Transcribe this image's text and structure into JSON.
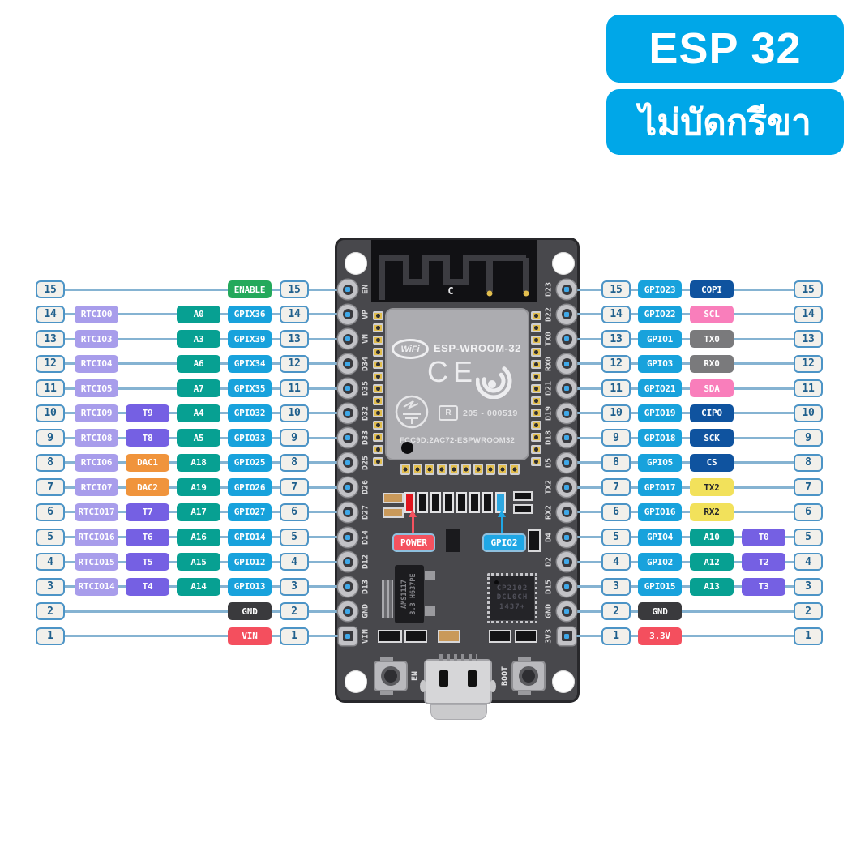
{
  "header": {
    "title": "ESP 32",
    "subtitle": "ไม่บัดกรีขา"
  },
  "colors": {
    "header_badge": "#00A7E8",
    "line": "#85B3D2",
    "num_bg": "#F2F0EB",
    "num_border": "#4C94C6",
    "num_text": "#1F5F8C",
    "rtc": "#A89DEB",
    "touch": "#7560E3",
    "dac": "#F0943C",
    "adc": "#07A092",
    "gpio": "#18A2DC",
    "enable": "#24A95B",
    "spi": "#0F539F",
    "i2c": "#F97EBB",
    "uart0": "#7A7A7C",
    "uart2": "#F2E15B",
    "uart2_text": "#26262A",
    "gnd": "#3A3A3D",
    "pwr": "#F44F5E",
    "power_led": "#F4525F",
    "gpio2_led": "#1FA7E5"
  },
  "left_rows": [
    {
      "pin": "15",
      "cells": [
        {
          "t": "enable",
          "label": "ENABLE",
          "col": 3
        }
      ]
    },
    {
      "pin": "14",
      "cells": [
        {
          "t": "rtc",
          "label": "RTCIO0",
          "col": 0
        },
        {
          "t": "adc",
          "label": "A0",
          "col": 2
        },
        {
          "t": "gpio",
          "label": "GPIX36",
          "col": 3
        }
      ]
    },
    {
      "pin": "13",
      "cells": [
        {
          "t": "rtc",
          "label": "RTCIO3",
          "col": 0
        },
        {
          "t": "adc",
          "label": "A3",
          "col": 2
        },
        {
          "t": "gpio",
          "label": "GPIX39",
          "col": 3
        }
      ]
    },
    {
      "pin": "12",
      "cells": [
        {
          "t": "rtc",
          "label": "RTCIO4",
          "col": 0
        },
        {
          "t": "adc",
          "label": "A6",
          "col": 2
        },
        {
          "t": "gpio",
          "label": "GPIX34",
          "col": 3
        }
      ]
    },
    {
      "pin": "11",
      "cells": [
        {
          "t": "rtc",
          "label": "RTCIO5",
          "col": 0
        },
        {
          "t": "adc",
          "label": "A7",
          "col": 2
        },
        {
          "t": "gpio",
          "label": "GPIX35",
          "col": 3
        }
      ]
    },
    {
      "pin": "10",
      "cells": [
        {
          "t": "rtc",
          "label": "RTCIO9",
          "col": 0
        },
        {
          "t": "touch",
          "label": "T9",
          "col": 1
        },
        {
          "t": "adc",
          "label": "A4",
          "col": 2
        },
        {
          "t": "gpio",
          "label": "GPIO32",
          "col": 3
        }
      ]
    },
    {
      "pin": "9",
      "cells": [
        {
          "t": "rtc",
          "label": "RTCIO8",
          "col": 0
        },
        {
          "t": "touch",
          "label": "T8",
          "col": 1
        },
        {
          "t": "adc",
          "label": "A5",
          "col": 2
        },
        {
          "t": "gpio",
          "label": "GPIO33",
          "col": 3
        }
      ]
    },
    {
      "pin": "8",
      "cells": [
        {
          "t": "rtc",
          "label": "RTCIO6",
          "col": 0
        },
        {
          "t": "dac",
          "label": "DAC1",
          "col": 1
        },
        {
          "t": "adc",
          "label": "A18",
          "col": 2
        },
        {
          "t": "gpio",
          "label": "GPIO25",
          "col": 3
        }
      ]
    },
    {
      "pin": "7",
      "cells": [
        {
          "t": "rtc",
          "label": "RTCIO7",
          "col": 0
        },
        {
          "t": "dac",
          "label": "DAC2",
          "col": 1
        },
        {
          "t": "adc",
          "label": "A19",
          "col": 2
        },
        {
          "t": "gpio",
          "label": "GPIO26",
          "col": 3
        }
      ]
    },
    {
      "pin": "6",
      "cells": [
        {
          "t": "rtc",
          "label": "RTCIO17",
          "col": 0
        },
        {
          "t": "touch",
          "label": "T7",
          "col": 1
        },
        {
          "t": "adc",
          "label": "A17",
          "col": 2
        },
        {
          "t": "gpio",
          "label": "GPIO27",
          "col": 3
        }
      ]
    },
    {
      "pin": "5",
      "cells": [
        {
          "t": "rtc",
          "label": "RTCIO16",
          "col": 0
        },
        {
          "t": "touch",
          "label": "T6",
          "col": 1
        },
        {
          "t": "adc",
          "label": "A16",
          "col": 2
        },
        {
          "t": "gpio",
          "label": "GPIO14",
          "col": 3
        }
      ]
    },
    {
      "pin": "4",
      "cells": [
        {
          "t": "rtc",
          "label": "RTCIO15",
          "col": 0
        },
        {
          "t": "touch",
          "label": "T5",
          "col": 1
        },
        {
          "t": "adc",
          "label": "A15",
          "col": 2
        },
        {
          "t": "gpio",
          "label": "GPIO12",
          "col": 3
        }
      ]
    },
    {
      "pin": "3",
      "cells": [
        {
          "t": "rtc",
          "label": "RTCIO14",
          "col": 0
        },
        {
          "t": "touch",
          "label": "T4",
          "col": 1
        },
        {
          "t": "adc",
          "label": "A14",
          "col": 2
        },
        {
          "t": "gpio",
          "label": "GPIO13",
          "col": 3
        }
      ]
    },
    {
      "pin": "2",
      "cells": [
        {
          "t": "gnd",
          "label": "GND",
          "col": 3
        }
      ]
    },
    {
      "pin": "1",
      "cells": [
        {
          "t": "pwr",
          "label": "VIN",
          "col": 3
        }
      ]
    }
  ],
  "right_rows": [
    {
      "pin": "15",
      "cells": [
        {
          "t": "gpio",
          "label": "GPIO23",
          "col": 0
        },
        {
          "t": "spi",
          "label": "COPI",
          "col": 1
        }
      ]
    },
    {
      "pin": "14",
      "cells": [
        {
          "t": "gpio",
          "label": "GPIO22",
          "col": 0
        },
        {
          "t": "i2c",
          "label": "SCL",
          "col": 1
        }
      ]
    },
    {
      "pin": "13",
      "cells": [
        {
          "t": "gpio",
          "label": "GPIO1",
          "col": 0
        },
        {
          "t": "uart0",
          "label": "TX0",
          "col": 1
        }
      ]
    },
    {
      "pin": "12",
      "cells": [
        {
          "t": "gpio",
          "label": "GPIO3",
          "col": 0
        },
        {
          "t": "uart0",
          "label": "RX0",
          "col": 1
        }
      ]
    },
    {
      "pin": "11",
      "cells": [
        {
          "t": "gpio",
          "label": "GPIO21",
          "col": 0
        },
        {
          "t": "i2c",
          "label": "SDA",
          "col": 1
        }
      ]
    },
    {
      "pin": "10",
      "cells": [
        {
          "t": "gpio",
          "label": "GPIO19",
          "col": 0
        },
        {
          "t": "spi",
          "label": "CIPO",
          "col": 1
        }
      ]
    },
    {
      "pin": "9",
      "cells": [
        {
          "t": "gpio",
          "label": "GPIO18",
          "col": 0
        },
        {
          "t": "spi",
          "label": "SCK",
          "col": 1
        }
      ]
    },
    {
      "pin": "8",
      "cells": [
        {
          "t": "gpio",
          "label": "GPIO5",
          "col": 0
        },
        {
          "t": "spi",
          "label": "CS",
          "col": 1
        }
      ]
    },
    {
      "pin": "7",
      "cells": [
        {
          "t": "gpio",
          "label": "GPIO17",
          "col": 0
        },
        {
          "t": "uart2",
          "label": "TX2",
          "col": 1
        }
      ]
    },
    {
      "pin": "6",
      "cells": [
        {
          "t": "gpio",
          "label": "GPIO16",
          "col": 0
        },
        {
          "t": "uart2",
          "label": "RX2",
          "col": 1
        }
      ]
    },
    {
      "pin": "5",
      "cells": [
        {
          "t": "gpio",
          "label": "GPIO4",
          "col": 0
        },
        {
          "t": "adc",
          "label": "A10",
          "col": 1
        },
        {
          "t": "touch",
          "label": "T0",
          "col": 2
        }
      ]
    },
    {
      "pin": "4",
      "cells": [
        {
          "t": "gpio",
          "label": "GPIO2",
          "col": 0
        },
        {
          "t": "adc",
          "label": "A12",
          "col": 1
        },
        {
          "t": "touch",
          "label": "T2",
          "col": 2
        }
      ]
    },
    {
      "pin": "3",
      "cells": [
        {
          "t": "gpio",
          "label": "GPIO15",
          "col": 0
        },
        {
          "t": "adc",
          "label": "A13",
          "col": 1
        },
        {
          "t": "touch",
          "label": "T3",
          "col": 2
        }
      ]
    },
    {
      "pin": "2",
      "cells": [
        {
          "t": "gnd",
          "label": "GND",
          "col": 0
        }
      ]
    },
    {
      "pin": "1",
      "cells": [
        {
          "t": "pwr",
          "label": "3.3V",
          "col": 0
        }
      ]
    }
  ],
  "board": {
    "antenna_label": "C",
    "module_brand": "WiFi",
    "module_name": "ESP-WROOM-32",
    "ce_mark": "CE",
    "cert_r": "R",
    "cert_number": "205 - 000519",
    "fcc_id": "FCC9D:2AC72-ESPWROOM32",
    "regulator_line1": "AMS1117",
    "regulator_line2": "3.3 H637PE",
    "usb_chip_lines": [
      "CP2102",
      "DCL0CH",
      "1437+"
    ],
    "power_led_label": "POWER",
    "gpio2_led_label": "GPIO2",
    "en_button_label": "EN",
    "boot_button_label": "BOOT",
    "left_pin_labels": [
      "EN",
      "VP",
      "VN",
      "D34",
      "D35",
      "D32",
      "D33",
      "D25",
      "D26",
      "D27",
      "D14",
      "D12",
      "D13",
      "GND",
      "VIN"
    ],
    "right_pin_labels": [
      "D23",
      "D22",
      "TX0",
      "RX0",
      "D21",
      "D19",
      "D18",
      "D5",
      "TX2",
      "RX2",
      "D4",
      "D2",
      "D15",
      "GND",
      "3V3"
    ]
  }
}
